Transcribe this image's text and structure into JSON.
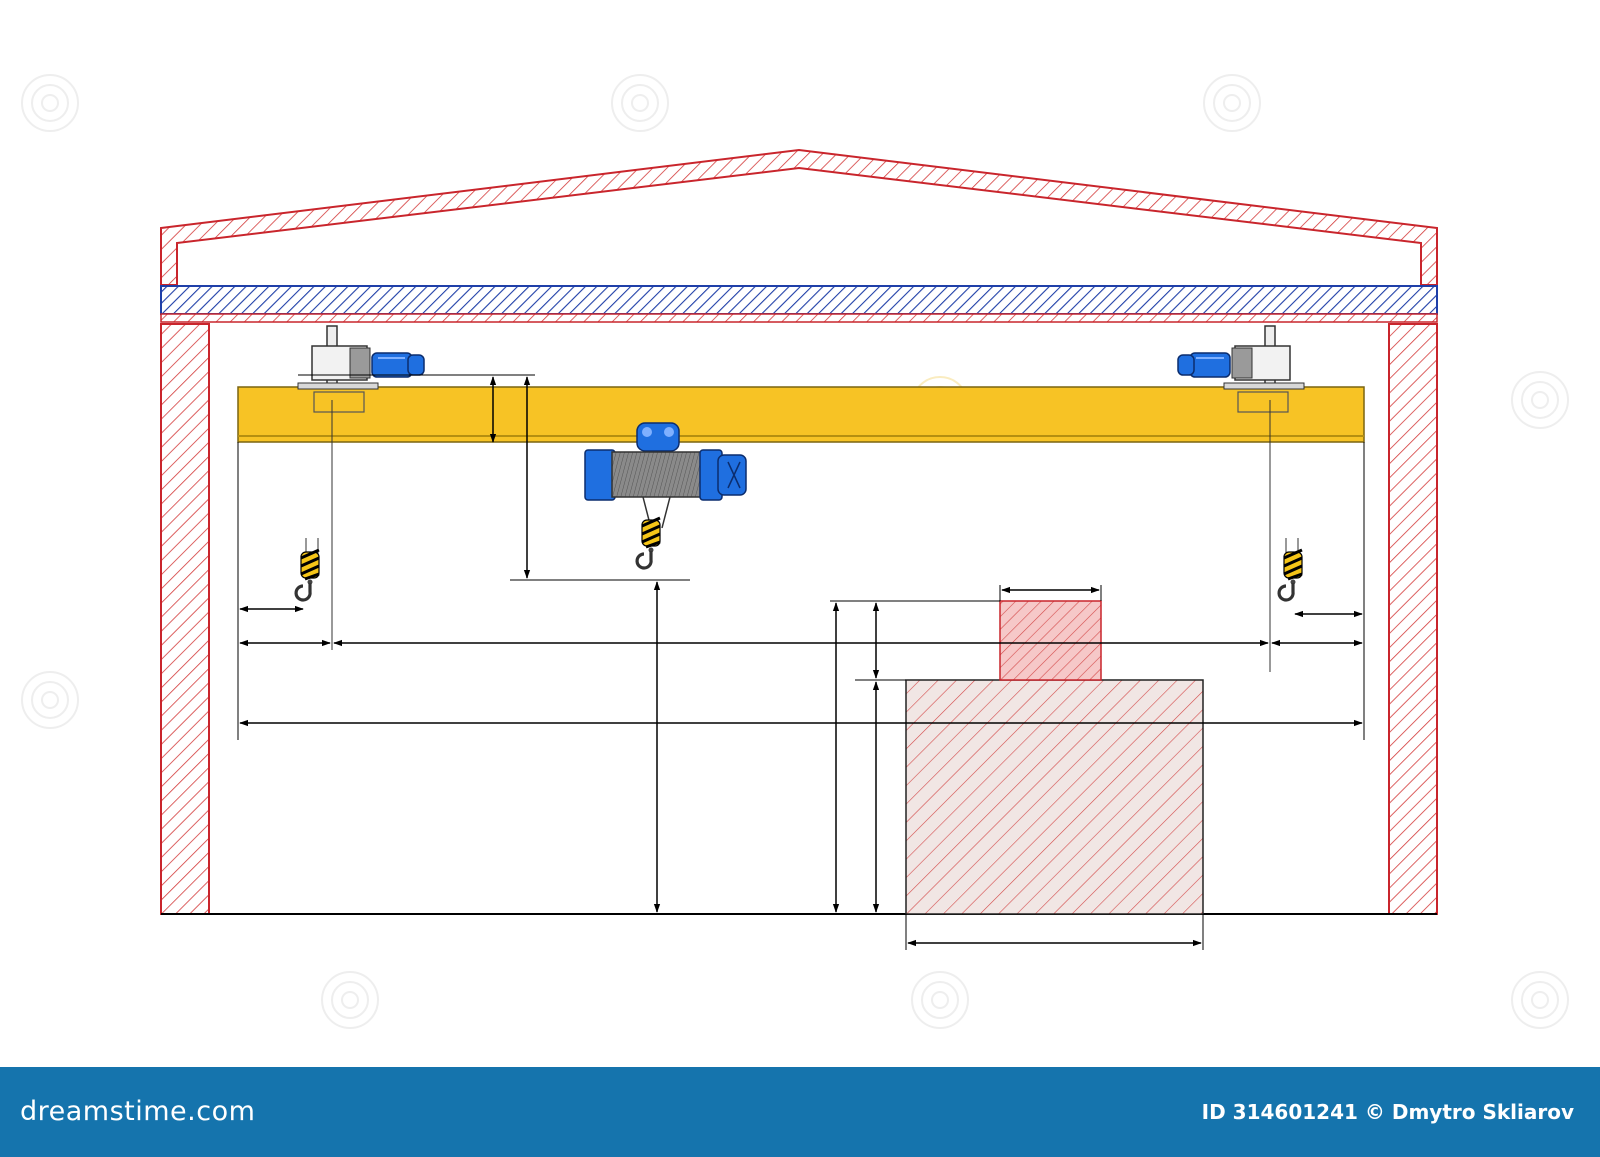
{
  "colors": {
    "walls": "#c9252c",
    "roof_beam": "#1f3fa8",
    "crane_girder": "#f7c325",
    "hoist_motor": "#1f6fe0",
    "dimension_lines": "#000000",
    "load_hatch": "#d44a4a",
    "footer": "#1574ad"
  },
  "icons": [
    "hoist-icon",
    "end-carriage-motor-icon",
    "hook-icon"
  ],
  "watermark": {
    "brand": "dreamstime.com",
    "id_label": "ID 314601241",
    "author": "© Dmytro Skliarov"
  }
}
